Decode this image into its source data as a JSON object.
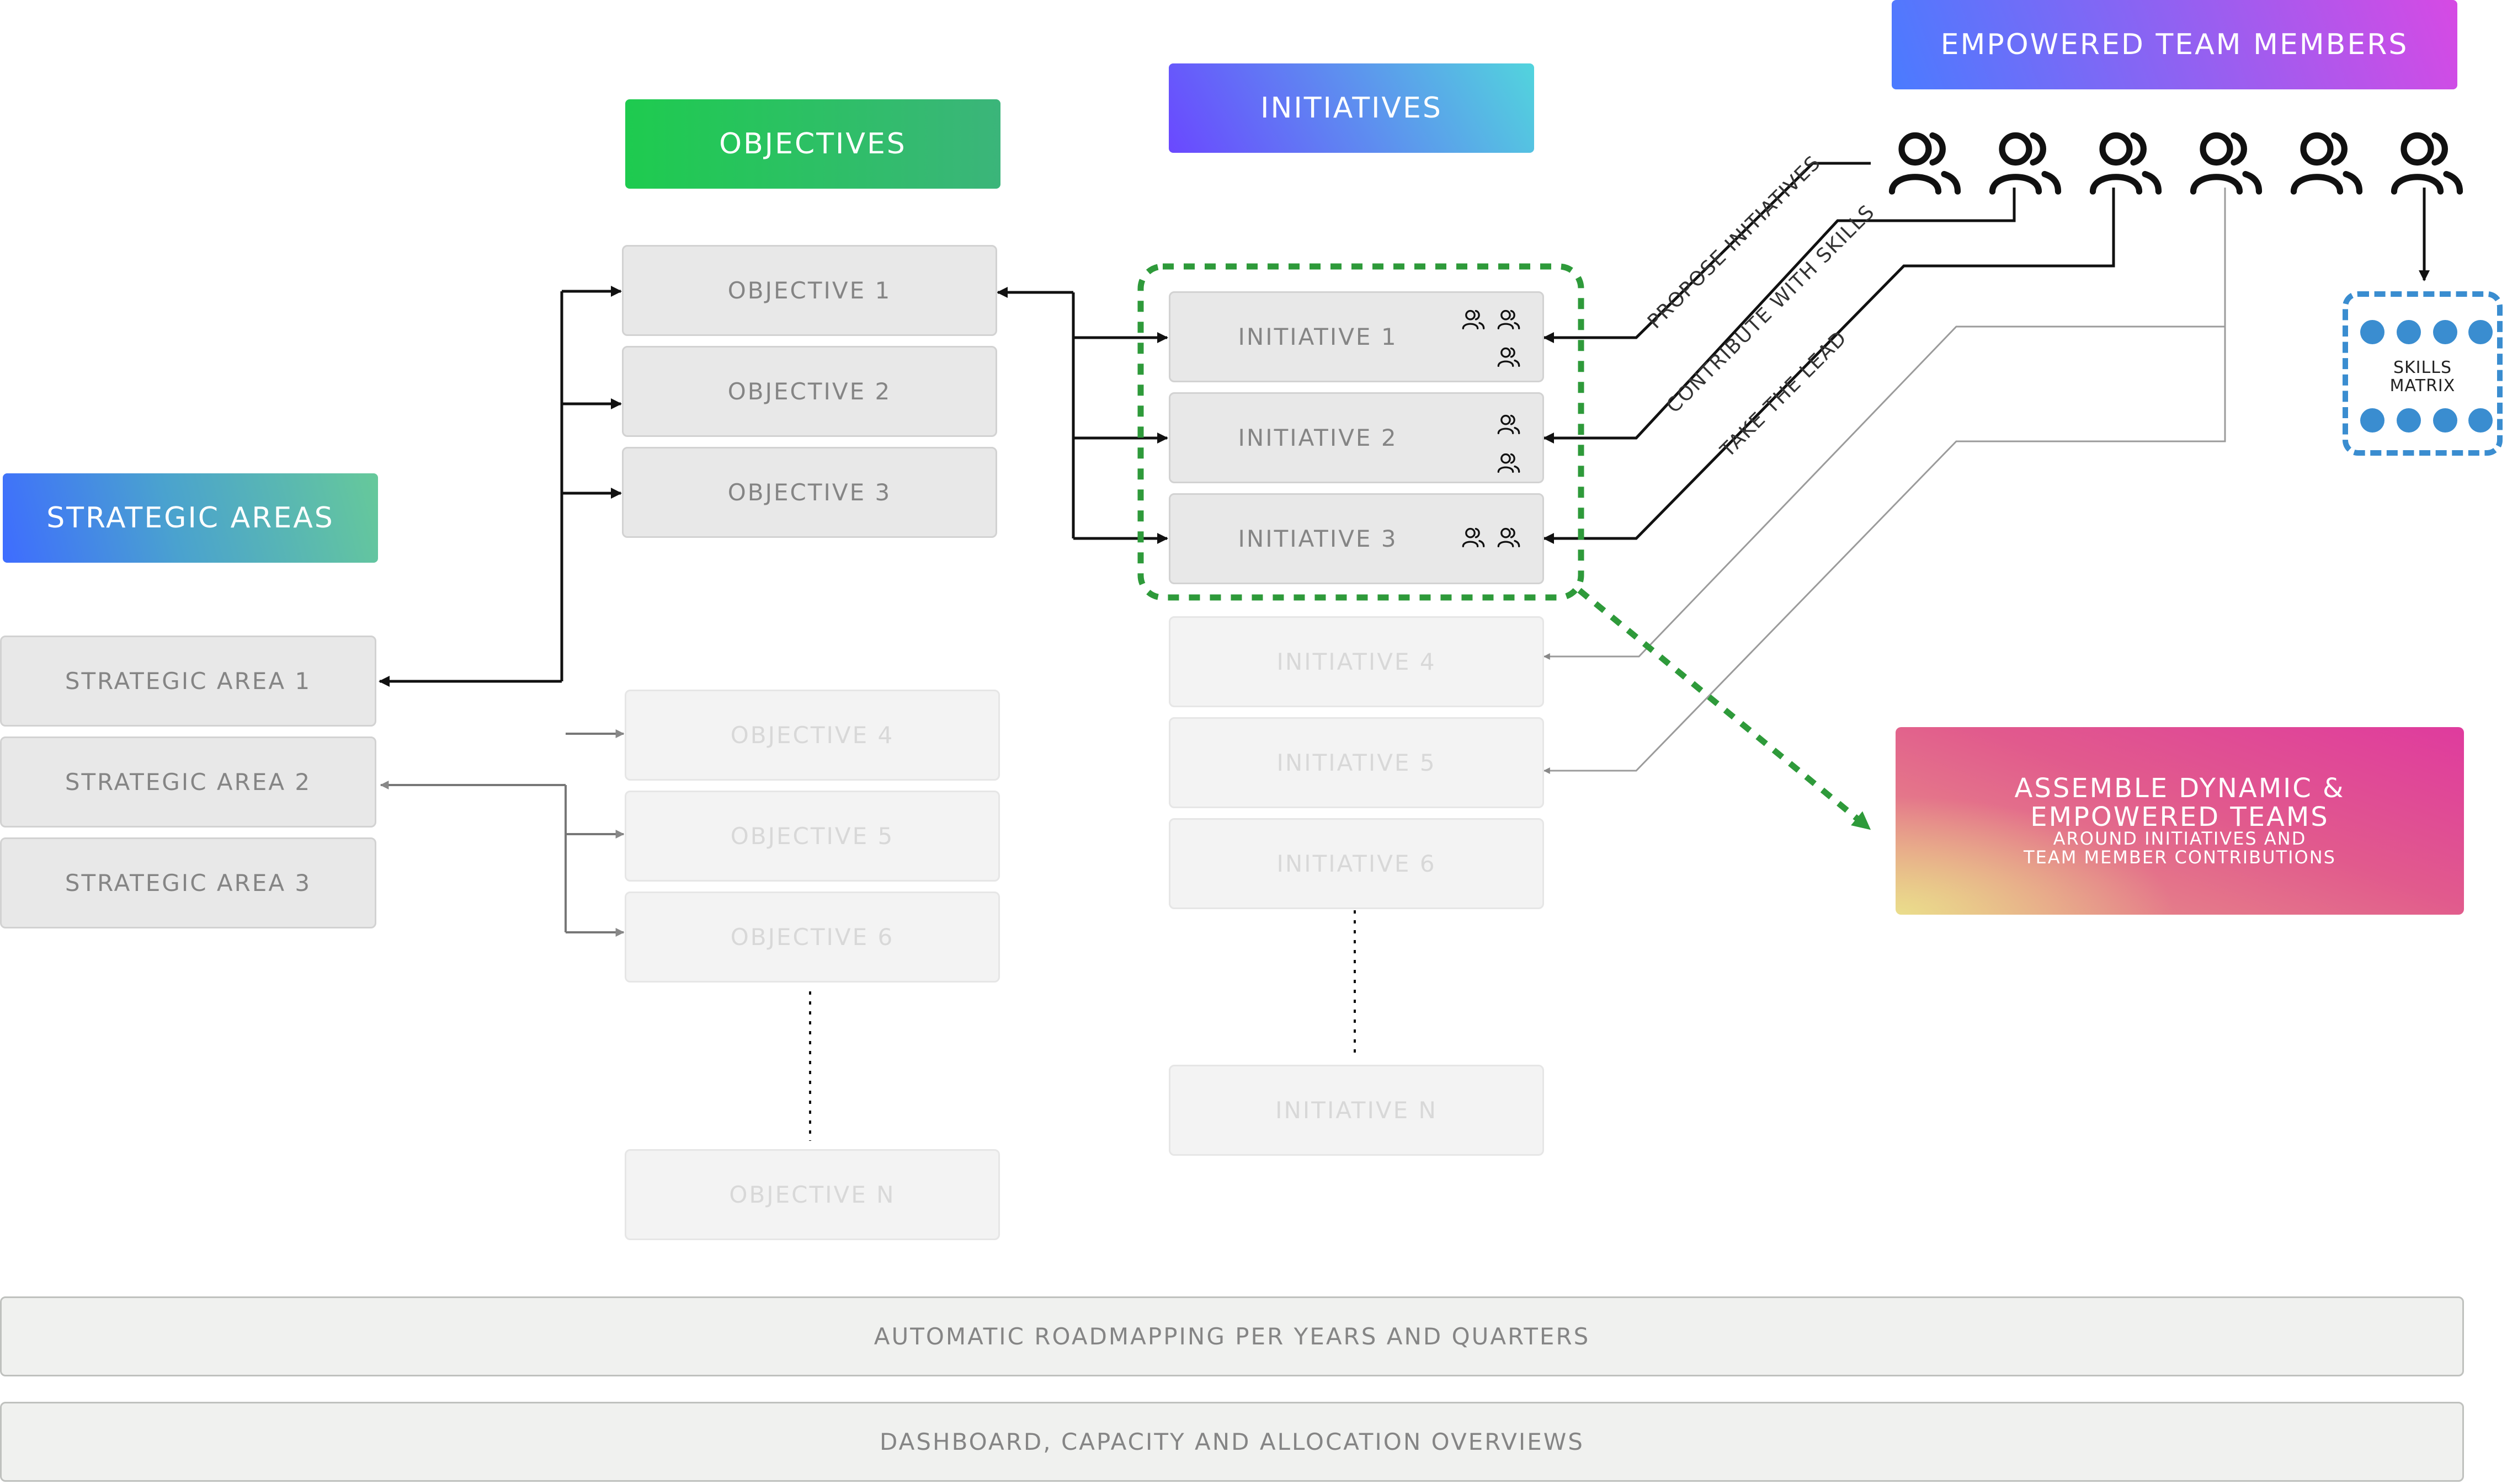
{
  "headers": {
    "strategic_areas": "STRATEGIC AREAS",
    "objectives": "OBJECTIVES",
    "initiatives": "INITIATIVES",
    "empowered_team_members": "EMPOWERED TEAM MEMBERS"
  },
  "strategic_areas": [
    "STRATEGIC AREA 1",
    "STRATEGIC AREA 2",
    "STRATEGIC AREA 3"
  ],
  "objectives": [
    "OBJECTIVE 1",
    "OBJECTIVE 2",
    "OBJECTIVE 3",
    "OBJECTIVE 4",
    "OBJECTIVE 5",
    "OBJECTIVE 6",
    "OBJECTIVE N"
  ],
  "initiatives": [
    "INITIATIVE 1",
    "INITIATIVE 2",
    "INITIATIVE 3",
    "INITIATIVE 4",
    "INITIATIVE 5",
    "INITIATIVE 6",
    "INITIATIVE N"
  ],
  "connection_labels": {
    "propose": "PROPOSE INITIATIVES",
    "contribute": "CONTRIBUTE WITH SKILLS",
    "lead": "TAKE THE LEAD"
  },
  "skills_matrix": {
    "line1": "SKILLS",
    "line2": "MATRIX"
  },
  "assemble": {
    "title_line1": "ASSEMBLE DYNAMIC &",
    "title_line2": "EMPOWERED TEAMS",
    "sub_line1": "AROUND INITIATIVES AND",
    "sub_line2": "TEAM MEMBER CONTRIBUTIONS"
  },
  "bottom_bars": {
    "roadmapping": "AUTOMATIC ROADMAPPING PER YEARS AND QUARTERS",
    "dashboard": "DASHBOARD, CAPACITY AND ALLOCATION OVERVIEWS"
  },
  "team_member_count": 6,
  "icons": {
    "team_member": "team-member-icon",
    "initiative_member": "team-member-mini-icon"
  },
  "colors": {
    "active_box_bg": "#e8e8e8",
    "active_text": "#858585",
    "faded_text": "#d8d8d8",
    "team_boundary": "#2e9a3a",
    "skills_dots": "#3a8dd0"
  }
}
